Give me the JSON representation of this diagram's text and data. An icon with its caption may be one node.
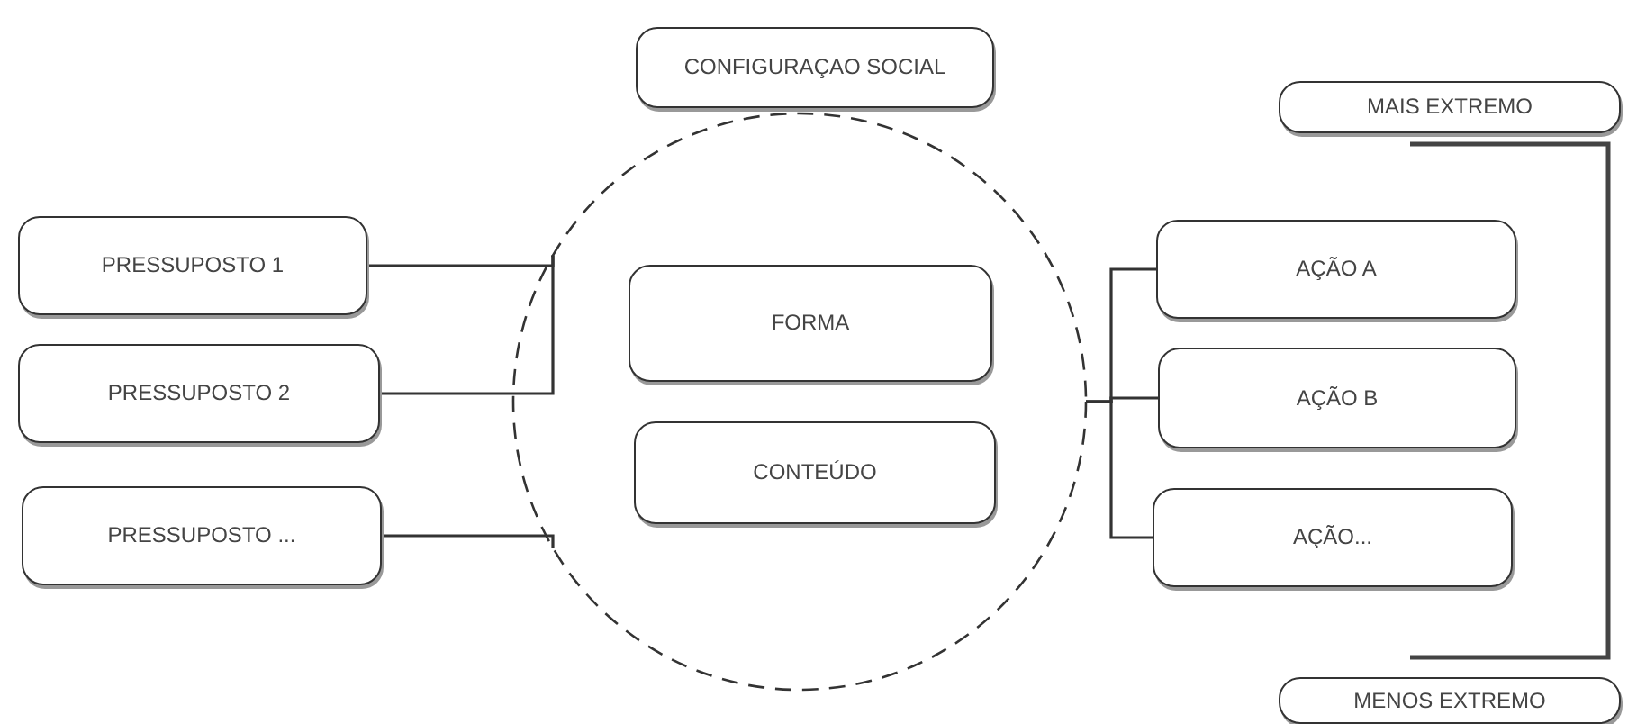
{
  "diagram": {
    "nodes": [
      {
        "text": [
          "CONFIGURAÇAO SOCIAL"
        ]
      },
      {
        "text": [
          "MAIS EXTREMO"
        ]
      },
      {
        "text": [
          "PRESSUPOSTO 1"
        ]
      },
      {
        "text": [
          "PRESSUPOSTO 2"
        ]
      },
      {
        "text": [
          "PRESSUPOSTO ..."
        ]
      },
      {
        "text": [],
        "shape": "circle"
      },
      {
        "text": [
          "FORMA"
        ],
        "in": 5
      },
      {
        "text": [
          "CONTEÚDO"
        ],
        "in": 5
      },
      {
        "text": [
          "AÇÃO A"
        ]
      },
      {
        "text": [
          "AÇÃO B"
        ]
      },
      {
        "text": [
          "AÇÃO..."
        ]
      },
      {
        "text": [
          "MENOS EXTREMO"
        ]
      }
    ],
    "edges": [
      {
        "from": 2,
        "to": 5,
        "arrow": "none"
      },
      {
        "from": 3,
        "to": 5,
        "arrow": "none"
      },
      {
        "from": 4,
        "to": 5,
        "arrow": "none"
      },
      {
        "from": 5,
        "to": 8,
        "arrow": "none"
      },
      {
        "from": 5,
        "to": 9,
        "arrow": "none"
      },
      {
        "from": 5,
        "to": 10,
        "arrow": "none"
      }
    ]
  }
}
